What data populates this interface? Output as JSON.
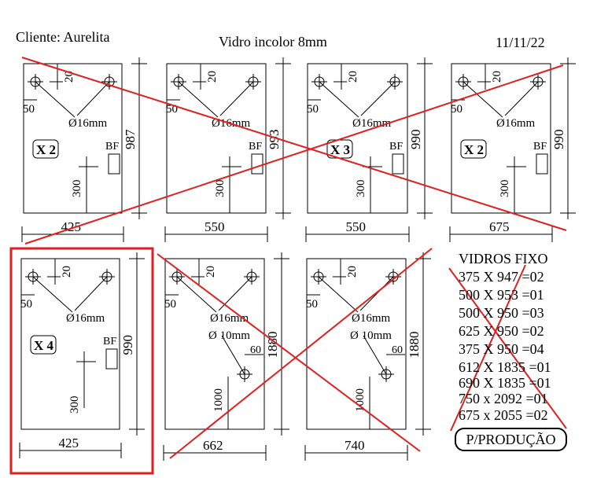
{
  "header": {
    "client": "Cliente: Aurelita",
    "material": "Vidro incolor 8mm",
    "date": "11/11/22"
  },
  "labels": {
    "hole_diameter": "Ø16mm",
    "hole_diameter_small": "Ø 10mm",
    "bf": "BF",
    "dim_20": "20",
    "dim_50": "50",
    "dim_60": "60"
  },
  "panels": [
    {
      "width": "425",
      "height": "987",
      "qty": "X 2",
      "handle": "300",
      "crossed": true
    },
    {
      "width": "550",
      "height": "993",
      "qty": "",
      "handle": "300",
      "crossed": true
    },
    {
      "width": "550",
      "height": "990",
      "qty": "X 3",
      "handle": "300",
      "crossed": true
    },
    {
      "width": "675",
      "height": "990",
      "qty": "X 2",
      "handle": "300",
      "crossed": true
    },
    {
      "width": "425",
      "height": "990",
      "qty": "X 4",
      "handle": "300",
      "crossed": false,
      "highlighted": true
    },
    {
      "width": "662",
      "height": "1880",
      "qty": "",
      "handle": "1000",
      "crossed": true
    },
    {
      "width": "740",
      "height": "1880",
      "qty": "",
      "handle": "1000",
      "crossed": true
    }
  ],
  "fixed_glass": {
    "title": "VIDROS FIXO",
    "items": [
      "375 X 947 =02",
      "500 X 953 =01",
      "500 X 950 =03",
      "625 X 950 =02",
      "375 X 950 =04",
      "612 X 1835 =01",
      "690 X 1835 =01",
      "750 x 2092 =01",
      "675 x 2055 =02"
    ]
  },
  "status": "P/PRODUÇÃO",
  "colors": {
    "ink": "#000000",
    "cross": "#e02020",
    "highlight": "#e02020"
  }
}
